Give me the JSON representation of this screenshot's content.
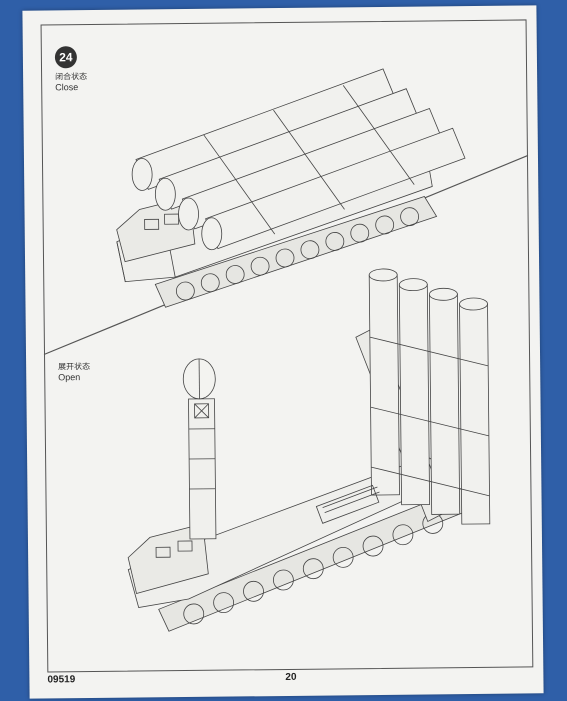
{
  "step": {
    "number": "24"
  },
  "views": {
    "close": {
      "cn": "闭合状态",
      "en": "Close"
    },
    "open": {
      "cn": "展开状态",
      "en": "Open"
    }
  },
  "footer": {
    "model_code": "09519",
    "page_number": "20"
  },
  "colors": {
    "background": "#2f5fa8",
    "paper": "#f3f3f1",
    "ink": "#444444"
  }
}
